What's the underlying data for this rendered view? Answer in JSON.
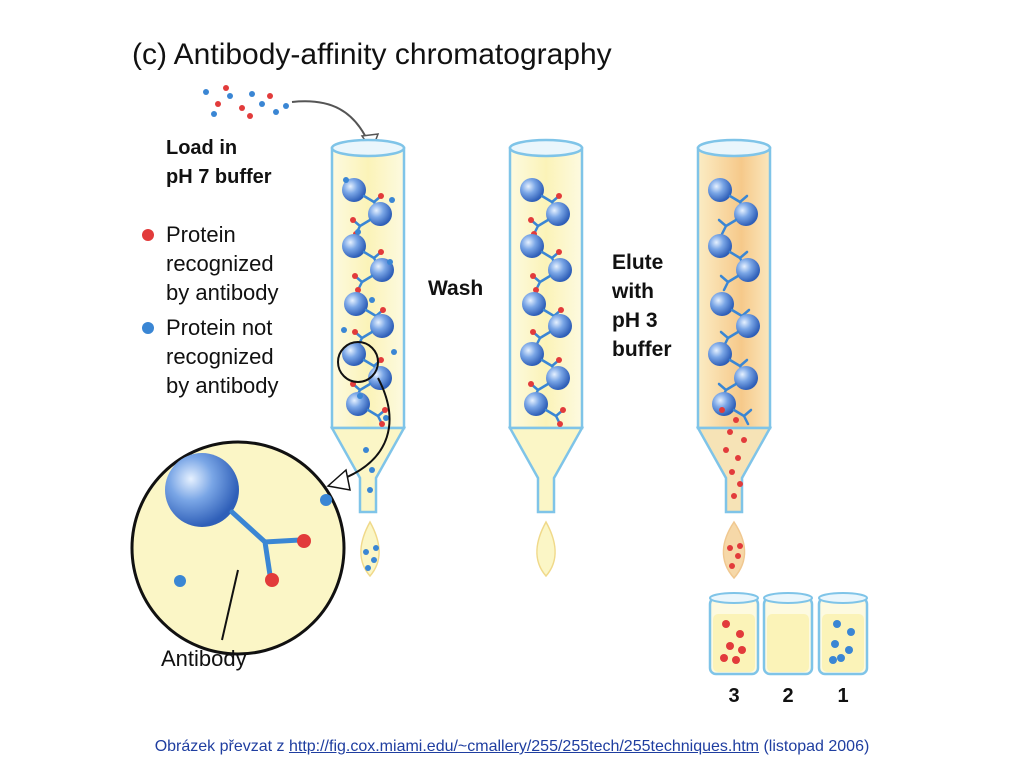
{
  "title": "(c) Antibody-affinity chromatography",
  "steps": {
    "load_line1": "Load in",
    "load_line2": "pH 7 buffer",
    "wash": "Wash",
    "elute_line1": "Elute",
    "elute_line2": "with",
    "elute_line3": "pH 3",
    "elute_line4": "buffer"
  },
  "legend": {
    "recognized": [
      "Protein",
      "recognized",
      "by antibody"
    ],
    "not_recognized": [
      "Protein not",
      "recognized",
      "by antibody"
    ]
  },
  "zoom_label": "Antibody",
  "fractions": [
    "3",
    "2",
    "1"
  ],
  "caption": {
    "prefix": "Obrázek převzat z ",
    "link": "http://fig.cox.miami.edu/~cmallery/255/255tech/255techniques.htm",
    "suffix": " (listopad 2006)"
  },
  "colors": {
    "red_protein": "#e23b3b",
    "blue_protein": "#3a86d4",
    "bead": "#5b8fd8",
    "column_fill": "#fbf6c6",
    "column_border": "#7fc4e8",
    "eluate_fill": "#f7d9a0",
    "caption_text": "#1f3ea0"
  }
}
